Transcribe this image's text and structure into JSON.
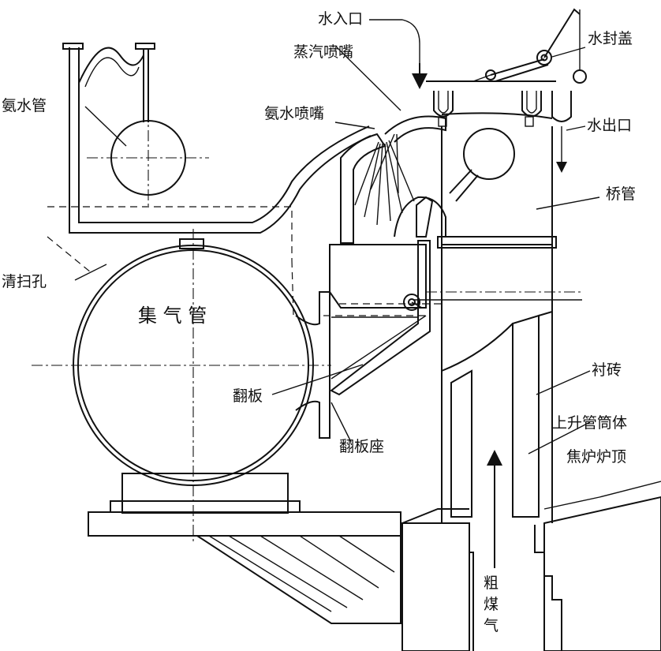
{
  "labels": {
    "water_inlet": "水入口",
    "water_seal_cover": "水封盖",
    "steam_nozzle": "蒸汽喷嘴",
    "ammonia_nozzle": "氨水喷嘴",
    "ammonia_pipe": "氨水管",
    "water_outlet": "水出口",
    "bridge_pipe": "桥管",
    "cleaning_hole": "清扫孔",
    "gas_collector": "集 气 管",
    "flap": "翻板",
    "flap_seat": "翻板座",
    "lining_brick": "衬砖",
    "riser_body": "上升管筒体",
    "coke_oven_top": "焦炉炉顶",
    "raw_gas_1": "粗",
    "raw_gas_2": "煤",
    "raw_gas_3": "气"
  }
}
